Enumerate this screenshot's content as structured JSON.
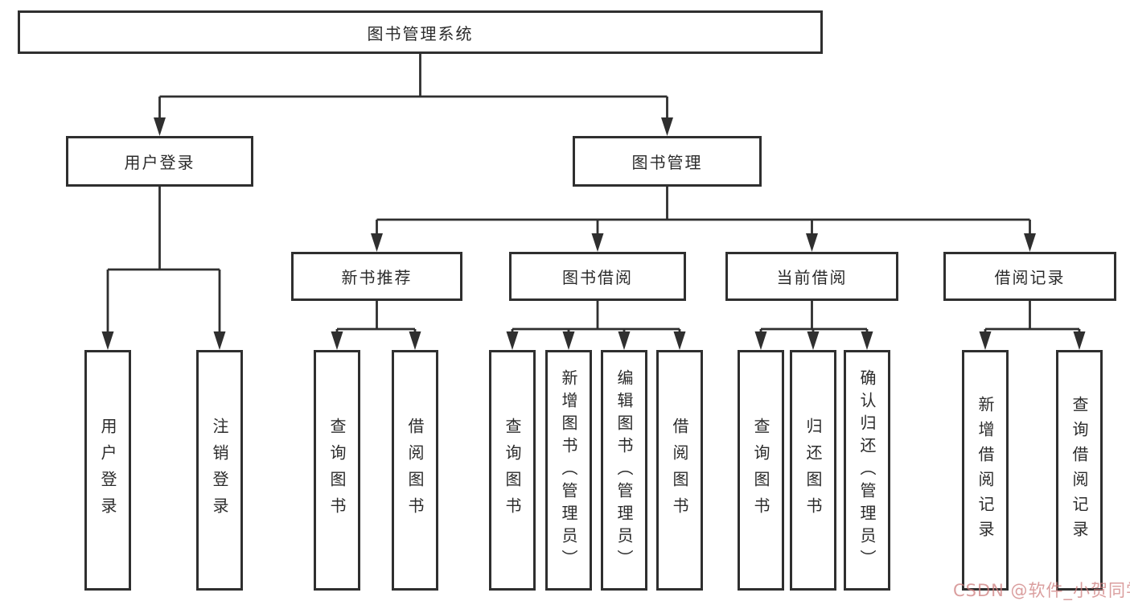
{
  "diagram": {
    "root": {
      "label": "图书管理系统"
    },
    "branches": [
      {
        "label": "用户登录",
        "children": [
          {
            "label": "用户登录"
          },
          {
            "label": "注销登录"
          }
        ]
      },
      {
        "label": "图书管理",
        "children": [
          {
            "label": "新书推荐",
            "children": [
              {
                "label": "查询图书"
              },
              {
                "label": "借阅图书"
              }
            ]
          },
          {
            "label": "图书借阅",
            "children": [
              {
                "label": "查询图书"
              },
              {
                "label": "新增图书（管理员）"
              },
              {
                "label": "编辑图书（管理员）"
              },
              {
                "label": "借阅图书"
              }
            ]
          },
          {
            "label": "当前借阅",
            "children": [
              {
                "label": "查询图书"
              },
              {
                "label": "归还图书"
              },
              {
                "label": "确认归还（管理员）"
              }
            ]
          },
          {
            "label": "借阅记录",
            "children": [
              {
                "label": "新增借阅记录"
              },
              {
                "label": "查询借阅记录"
              }
            ]
          }
        ]
      }
    ]
  },
  "watermark": {
    "text": "CSDN @软件_小贺同学"
  },
  "colors": {
    "line": "#2f2f2f",
    "text": "#2b2b2b",
    "background": "#ffffff",
    "watermark": "#cd7d7d"
  }
}
